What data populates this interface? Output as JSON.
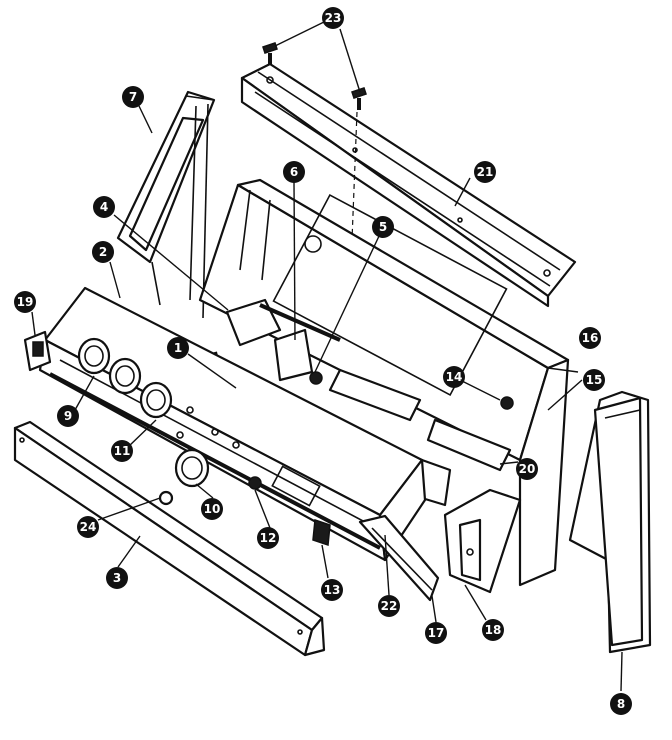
{
  "callouts": {
    "p1": "1",
    "p2": "2",
    "p3": "3",
    "p4": "4",
    "p5": "5",
    "p6": "6",
    "p7": "7",
    "p8": "8",
    "p9": "9",
    "p10": "10",
    "p11": "11",
    "p12": "12",
    "p13": "13",
    "p14": "14",
    "p15": "15",
    "p16": "16",
    "p17": "17",
    "p18": "18",
    "p19": "19",
    "p20": "20",
    "p21": "21",
    "p22": "22",
    "p23": "23",
    "p24": "24"
  }
}
